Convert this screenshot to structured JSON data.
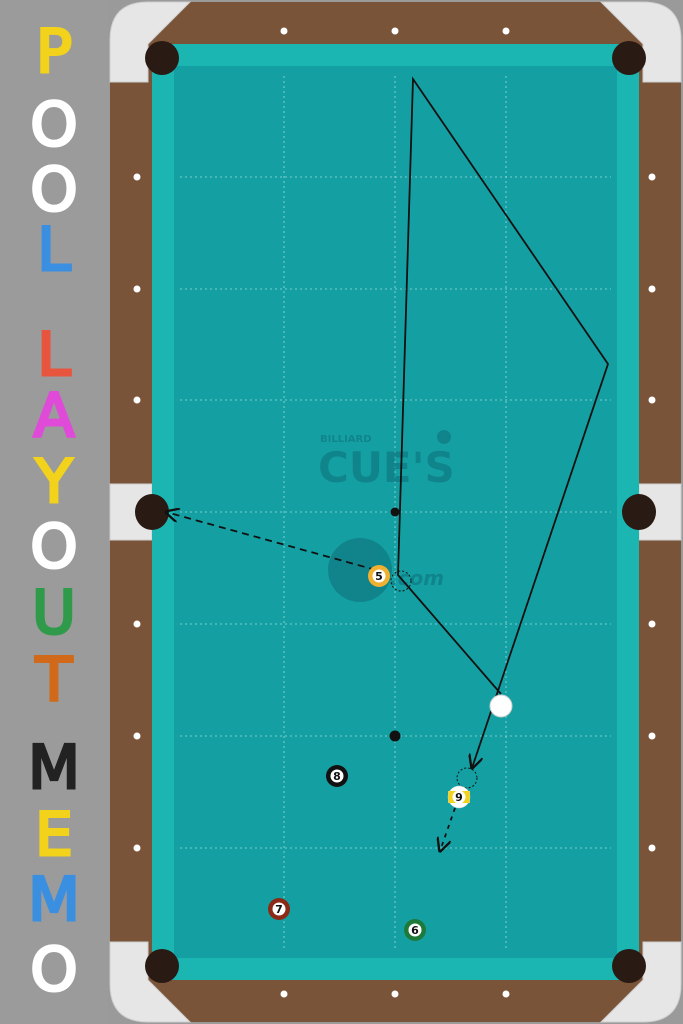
{
  "title": {
    "letters": [
      {
        "char": "P",
        "color": "#f2d21b"
      },
      {
        "char": "O",
        "color": "#ffffff"
      },
      {
        "char": "O",
        "color": "#ffffff"
      },
      {
        "char": "L",
        "color": "#3b8fe0"
      },
      {
        "char": "L",
        "color": "#e8553e"
      },
      {
        "char": "A",
        "color": "#e04ad8"
      },
      {
        "char": "Y",
        "color": "#f2d21b"
      },
      {
        "char": "O",
        "color": "#ffffff"
      },
      {
        "char": "U",
        "color": "#2e9a4a"
      },
      {
        "char": "T",
        "color": "#d06a1a"
      },
      {
        "char": "M",
        "color": "#222222"
      },
      {
        "char": "E",
        "color": "#f2d21b"
      },
      {
        "char": "M",
        "color": "#3b8fe0"
      },
      {
        "char": "O",
        "color": "#ffffff"
      }
    ]
  },
  "watermark": {
    "small": "BILLIARD",
    "large": "CUE'S",
    "suffix": ".com"
  },
  "balls": [
    {
      "number": "5",
      "color": "#f0b030"
    },
    {
      "number": "9",
      "color": "#f2d21b"
    },
    {
      "number": "8",
      "color": "#111111"
    },
    {
      "number": "7",
      "color": "#8b2a16"
    },
    {
      "number": "6",
      "color": "#1e7a3a"
    }
  ],
  "colors": {
    "felt": "#14a0a3",
    "cushion": "#1bb6b2",
    "rail": "#7a5438",
    "corner": "#e8e8e8",
    "pocket": "#2a1a14",
    "sidebar": "#9b9b9b"
  }
}
